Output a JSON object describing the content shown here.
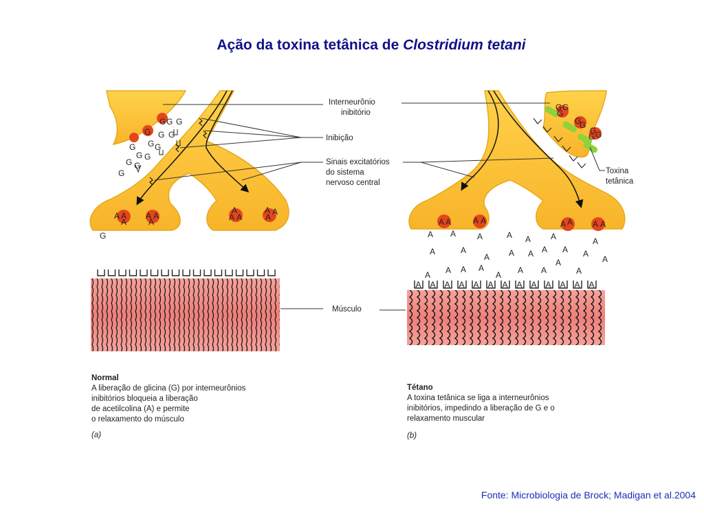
{
  "title": {
    "main": "Ação da toxina tetânica de ",
    "organism": "Clostridium tetani"
  },
  "labels": {
    "interneuron_line1": "Interneurônio",
    "interneuron_line2": "inibitório",
    "inhibition": "Inibição",
    "signals_line1": "Sinais excitatórios",
    "signals_line2": "do sistema",
    "signals_line3": "nervoso central",
    "toxin_line1": "Toxina",
    "toxin_line2": "tetânica",
    "muscle": "Músculo"
  },
  "molecules": {
    "glycine": "G",
    "acetylcholine": "A"
  },
  "panel_a": {
    "heading": "Normal",
    "lines": [
      "A liberação de glicina (G) por interneurônios",
      "inibitórios bloqueia a liberação",
      "de acetilcolina (A) e permite",
      "o relaxamento do músculo"
    ],
    "letter": "(a)"
  },
  "panel_b": {
    "heading": "Tétano",
    "lines": [
      "A toxina tetânica se liga a interneurônios",
      "inibitórios, impedindo a liberação de G e o",
      "relaxamento muscular"
    ],
    "letter": "(b)"
  },
  "source": "Fonte: Microbiologia de Brock; Madigan et al.2004",
  "colors": {
    "neuron": "#fdc33a",
    "neuron_edge": "#e5a81e",
    "vesicle": "#e4461c",
    "muscle": "#f28a86",
    "toxin": "#8fd23a",
    "title": "#10108a",
    "source": "#1a2fb4"
  }
}
